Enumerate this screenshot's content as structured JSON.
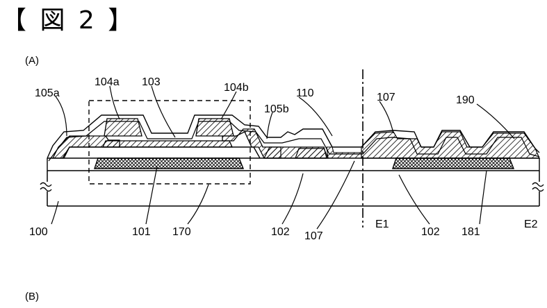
{
  "figure": {
    "title": "【 図 2 】"
  },
  "panels": {
    "a": "(A)",
    "b": "(B)"
  },
  "refs": {
    "r105a": "105a",
    "r104a": "104a",
    "r103": "103",
    "r104b": "104b",
    "r110": "110",
    "r107top": "107",
    "r190": "190",
    "r105b": "105b",
    "r100": "100",
    "r101": "101",
    "r170": "170",
    "r102left": "102",
    "r107bottom": "107",
    "rE1": "E1",
    "r102right": "102",
    "r181": "181",
    "rE2": "E2"
  }
}
